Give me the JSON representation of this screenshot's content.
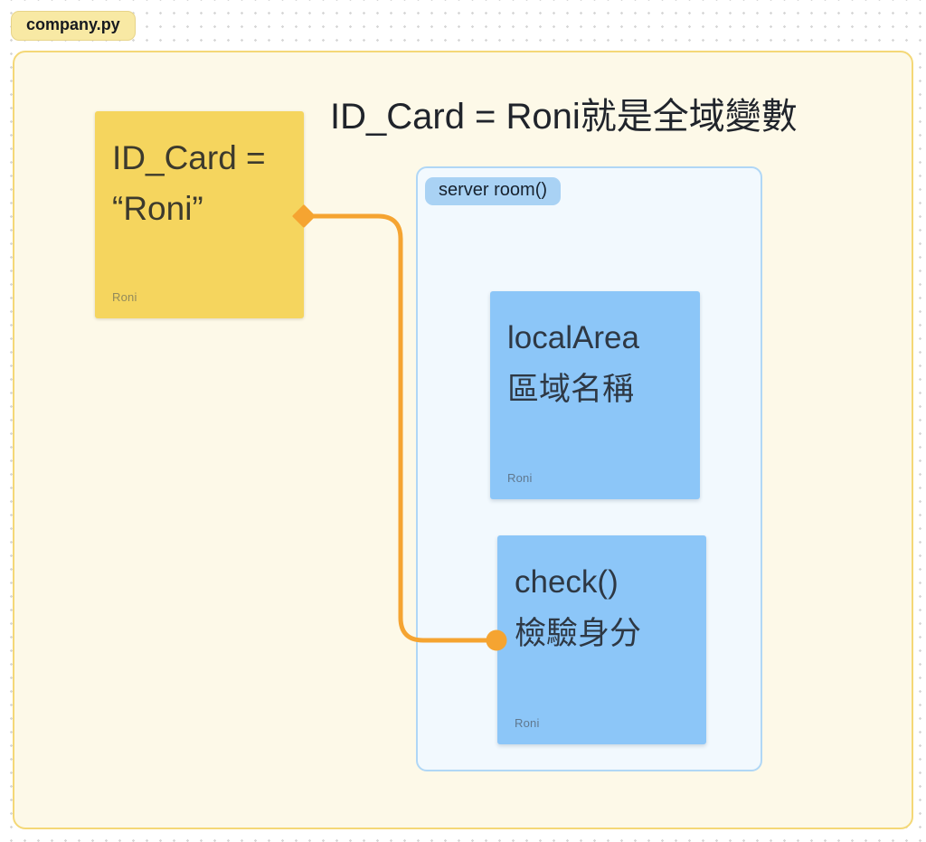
{
  "file_tab": {
    "label": "company.py"
  },
  "board": {
    "title": "ID_Card = Roni就是全域變數"
  },
  "global_card": {
    "line1": "ID_Card =",
    "line2": "“Roni”",
    "footer": "Roni"
  },
  "server_room_frame": {
    "label": "server room()"
  },
  "local_area_card": {
    "line1": "localArea",
    "line2": "區域名稱",
    "footer": "Roni"
  },
  "check_card": {
    "line1": "check()",
    "line2": "檢驗身分",
    "footer": "Roni"
  },
  "colors": {
    "canvas_bg": "#ffffff",
    "dot_grid": "#d7d7d7",
    "tab_bg": "#f8e9a4",
    "board_bg": "#fdf9e8",
    "board_border": "#f4d877",
    "card_yellow": "#f5d55e",
    "frame_blue_bg": "#f2f9fe",
    "frame_blue_border": "#b0d7f6",
    "frame_label_bg": "#a9d2f4",
    "card_blue": "#8cc6f8",
    "connector_orange": "#f5a431"
  }
}
